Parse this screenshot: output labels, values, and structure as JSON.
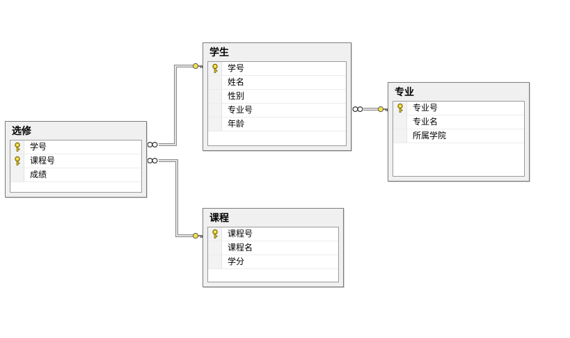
{
  "entities": {
    "student": {
      "title": "学生",
      "columns": [
        {
          "label": "学号",
          "primary_key": true
        },
        {
          "label": "姓名",
          "primary_key": false
        },
        {
          "label": "性别",
          "primary_key": false
        },
        {
          "label": "专业号",
          "primary_key": false
        },
        {
          "label": "年龄",
          "primary_key": false
        }
      ]
    },
    "major": {
      "title": "专业",
      "columns": [
        {
          "label": "专业号",
          "primary_key": true
        },
        {
          "label": "专业名",
          "primary_key": false
        },
        {
          "label": "所属学院",
          "primary_key": false
        }
      ]
    },
    "enroll": {
      "title": "选修",
      "columns": [
        {
          "label": "学号",
          "primary_key": true
        },
        {
          "label": "课程号",
          "primary_key": true
        },
        {
          "label": "成绩",
          "primary_key": false
        }
      ]
    },
    "course": {
      "title": "课程",
      "columns": [
        {
          "label": "课程号",
          "primary_key": true
        },
        {
          "label": "课程名",
          "primary_key": false
        },
        {
          "label": "学分",
          "primary_key": false
        }
      ]
    }
  },
  "relationships": [
    {
      "from": "enroll",
      "to": "student",
      "many_end": "infinity-icon",
      "one_end": "key-icon"
    },
    {
      "from": "enroll",
      "to": "course",
      "many_end": "infinity-icon",
      "one_end": "key-icon"
    },
    {
      "from": "student",
      "to": "major",
      "many_end": "infinity-icon",
      "one_end": "key-icon"
    }
  ],
  "colors": {
    "key_icon": "#e8d22a",
    "entity_border": "#7a7a7a",
    "entity_header": "#f0f0f0"
  }
}
